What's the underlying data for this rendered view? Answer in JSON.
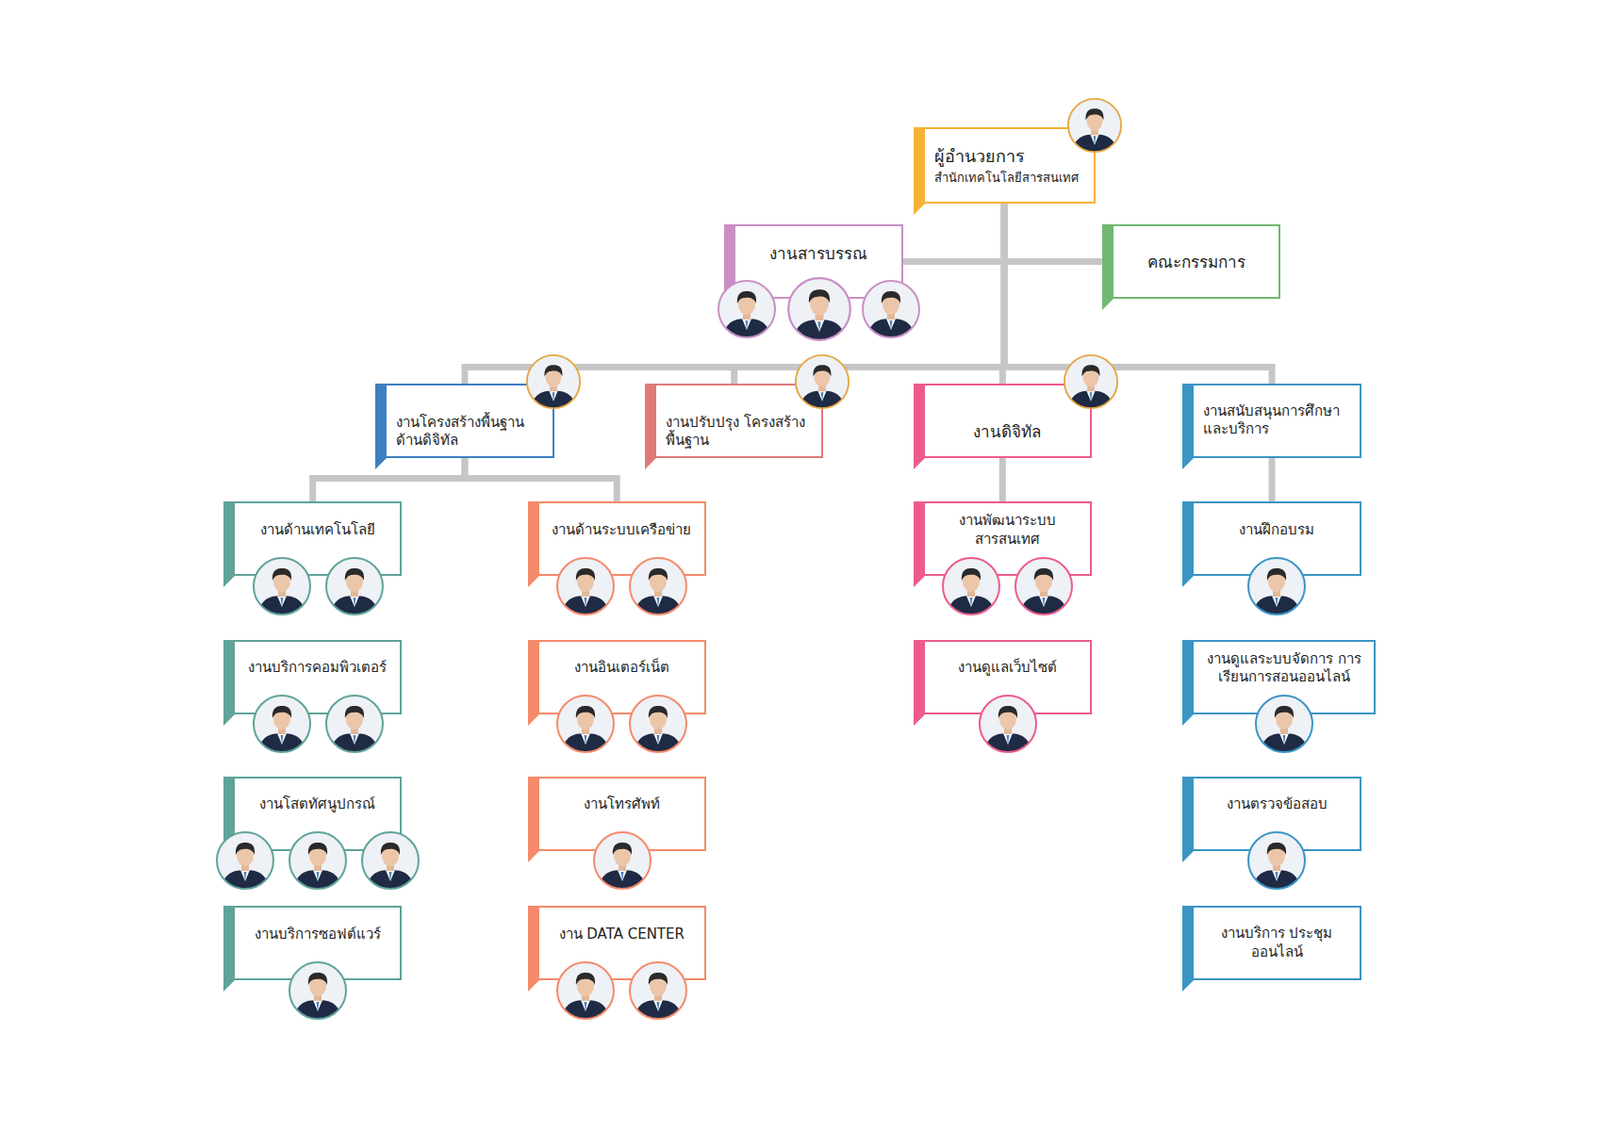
{
  "diagram": {
    "nodes": [
      {
        "text": [
          "ผู้อำนวยการ",
          "สำนักเทคโนโลยีสารสนเทศ"
        ]
      },
      {
        "text": [
          "งานสารบรรณ"
        ]
      },
      {
        "text": [
          "คณะกรรมการ"
        ]
      },
      {
        "text": [
          "งานโครงสร้างพื้นฐาน ด้านดิจิทัล"
        ]
      },
      {
        "text": [
          "งานปรับปรุง โครงสร้างพื้นฐาน"
        ]
      },
      {
        "text": [
          "งานดิจิทัล"
        ]
      },
      {
        "text": [
          "งานสนับสนุนการศึกษา และบริการ"
        ]
      },
      {
        "text": [
          "งานด้านเทคโนโลยี"
        ]
      },
      {
        "text": [
          "งานบริการคอมพิวเตอร์"
        ]
      },
      {
        "text": [
          "งานโสตทัศนูปกรณ์"
        ]
      },
      {
        "text": [
          "งานบริการซอฟต์แวร์"
        ]
      },
      {
        "text": [
          "งานด้านระบบเครือข่าย"
        ]
      },
      {
        "text": [
          "งานอินเตอร์เน็ต"
        ]
      },
      {
        "text": [
          "งานโทรศัพท์"
        ]
      },
      {
        "text": [
          "งาน DATA CENTER"
        ]
      },
      {
        "text": [
          "งานพัฒนาระบบ สารสนเทศ"
        ]
      },
      {
        "text": [
          "งานดูแลเว็บไซต์"
        ]
      },
      {
        "text": [
          "งานฝึกอบรม"
        ]
      },
      {
        "text": [
          "งานดูแลระบบจัดการ การเรียนการสอนออนไลน์"
        ]
      },
      {
        "text": [
          "งานตรวจข้อสอบ"
        ]
      },
      {
        "text": [
          "งานบริการ ประชุมออนไลน์"
        ]
      }
    ],
    "edges": [
      {
        "from": 0,
        "to": 1,
        "arrow": "none"
      },
      {
        "from": 0,
        "to": 2,
        "arrow": "none"
      },
      {
        "from": 0,
        "to": 3,
        "arrow": "none"
      },
      {
        "from": 0,
        "to": 4,
        "arrow": "none"
      },
      {
        "from": 0,
        "to": 5,
        "arrow": "none"
      },
      {
        "from": 0,
        "to": 6,
        "arrow": "none"
      },
      {
        "from": 3,
        "to": 7,
        "arrow": "none"
      },
      {
        "from": 3,
        "to": 11,
        "arrow": "none"
      },
      {
        "from": 5,
        "to": 15,
        "arrow": "none"
      },
      {
        "from": 6,
        "to": 17,
        "arrow": "none"
      }
    ]
  }
}
